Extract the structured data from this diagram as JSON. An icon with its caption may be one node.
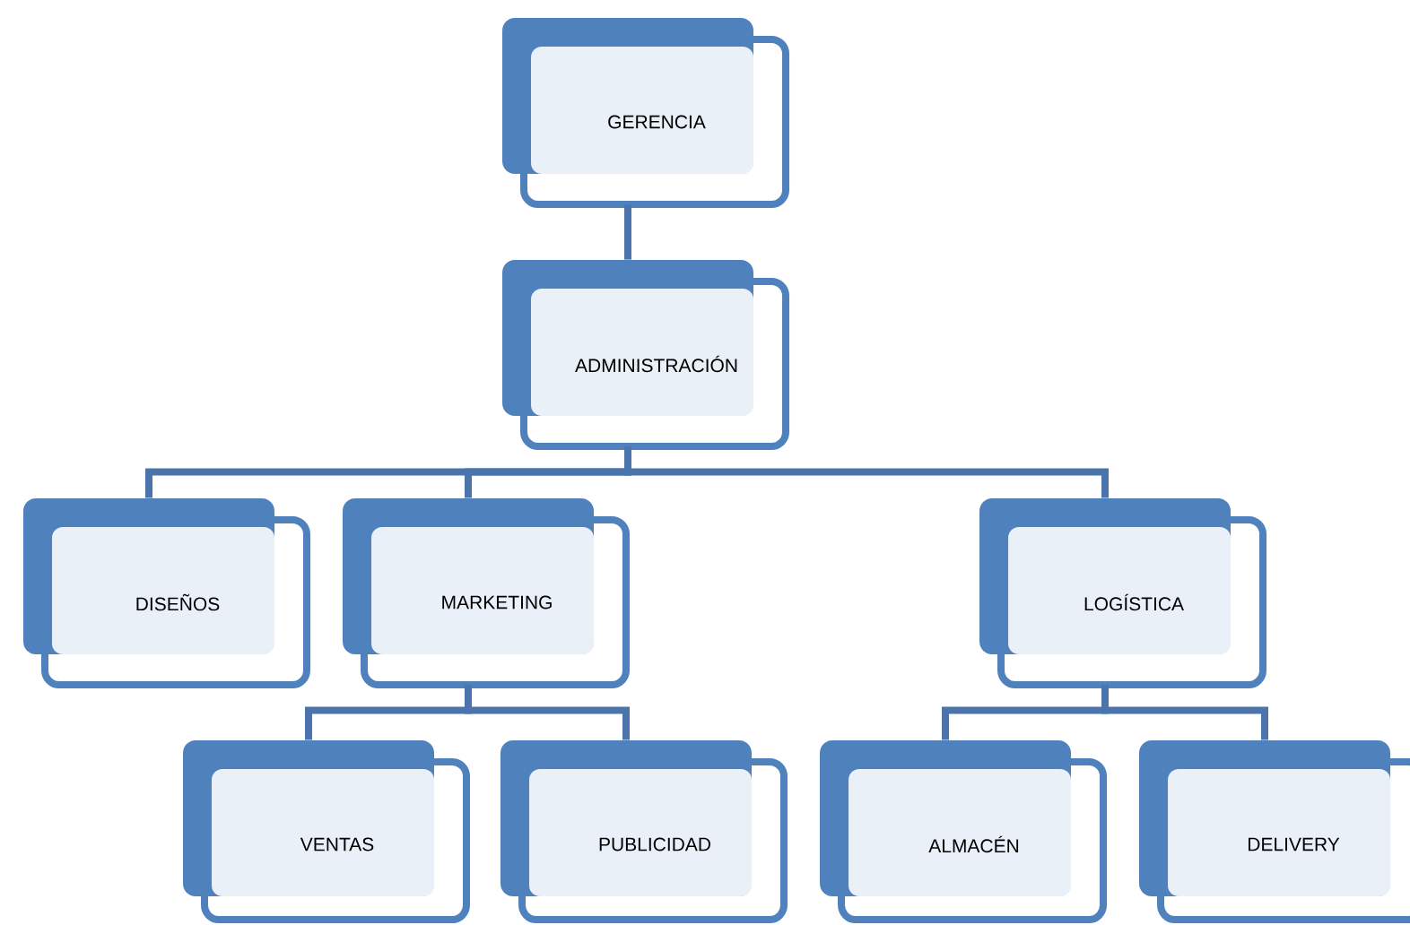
{
  "diagram": {
    "nodes": [
      {
        "text": [
          "GERENCIA"
        ]
      },
      {
        "text": [
          "ADMINISTRACIÓN"
        ]
      },
      {
        "text": [
          "DISEÑOS"
        ]
      },
      {
        "text": [
          "MARKETING"
        ]
      },
      {
        "text": [
          "LOGÍSTICA"
        ]
      },
      {
        "text": [
          "VENTAS"
        ]
      },
      {
        "text": [
          "PUBLICIDAD"
        ]
      },
      {
        "text": [
          "ALMACÉN"
        ]
      },
      {
        "text": [
          "DELIVERY"
        ]
      }
    ],
    "edges": [
      {
        "from": 0,
        "to": 1,
        "arrow": "none"
      },
      {
        "from": 1,
        "to": 2,
        "arrow": "none"
      },
      {
        "from": 1,
        "to": 3,
        "arrow": "none"
      },
      {
        "from": 1,
        "to": 4,
        "arrow": "none"
      },
      {
        "from": 3,
        "to": 5,
        "arrow": "none"
      },
      {
        "from": 3,
        "to": 6,
        "arrow": "none"
      },
      {
        "from": 4,
        "to": 7,
        "arrow": "none"
      },
      {
        "from": 4,
        "to": 8,
        "arrow": "none"
      }
    ]
  }
}
